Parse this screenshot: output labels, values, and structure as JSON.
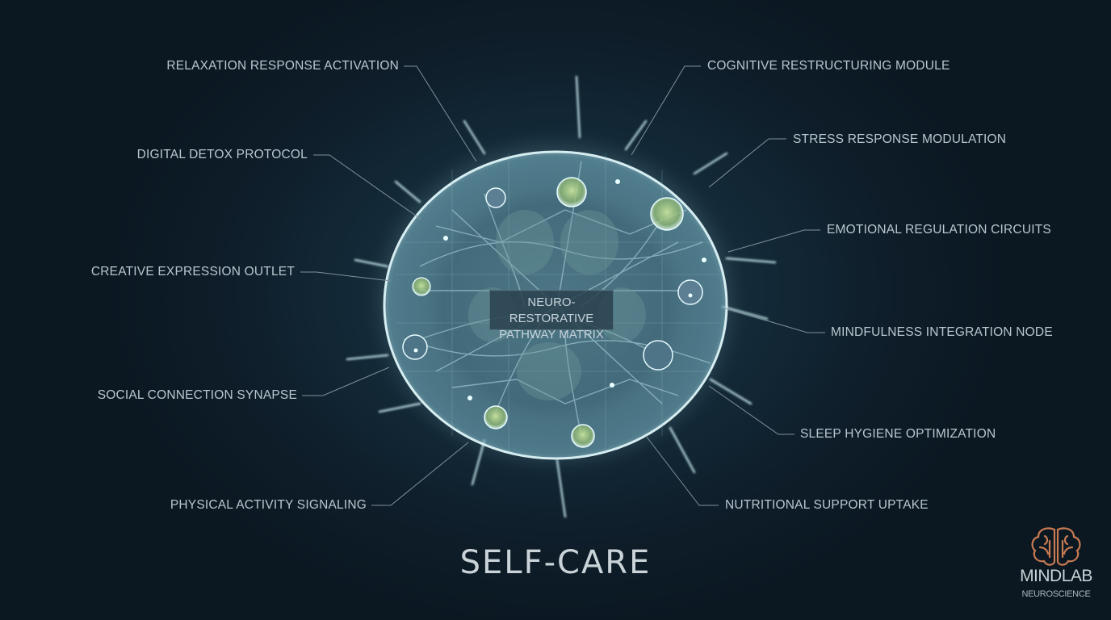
{
  "center_label": {
    "line1": "NEURO-RESTORATIVE",
    "line2": "PATHWAY MATRIX"
  },
  "title": "SELF-CARE",
  "labels": {
    "relaxation": "RELAXATION RESPONSE ACTIVATION",
    "digital_detox": "DIGITAL DETOX PROTOCOL",
    "creative": "CREATIVE EXPRESSION OUTLET",
    "social": "SOCIAL CONNECTION SYNAPSE",
    "physical": "PHYSICAL ACTIVITY SIGNALING",
    "cognitive": "COGNITIVE RESTRUCTURING MODULE",
    "stress": "STRESS RESPONSE MODULATION",
    "emotional": "EMOTIONAL REGULATION CIRCUITS",
    "mindfulness": "MINDFULNESS INTEGRATION NODE",
    "sleep": "SLEEP HYGIENE OPTIMIZATION",
    "nutritional": "NUTRITIONAL SUPPORT UPTAKE"
  },
  "logo": {
    "name": "MINDLAB",
    "subtitle": "NEUROSCIENCE",
    "icon": "brain-icon",
    "accent_color": "#c87a52"
  },
  "colors": {
    "background": "#0d1a24",
    "cell_glow": "#b8e6ee",
    "nucleus": "#a9c98a",
    "text": "#b9c7cf"
  }
}
